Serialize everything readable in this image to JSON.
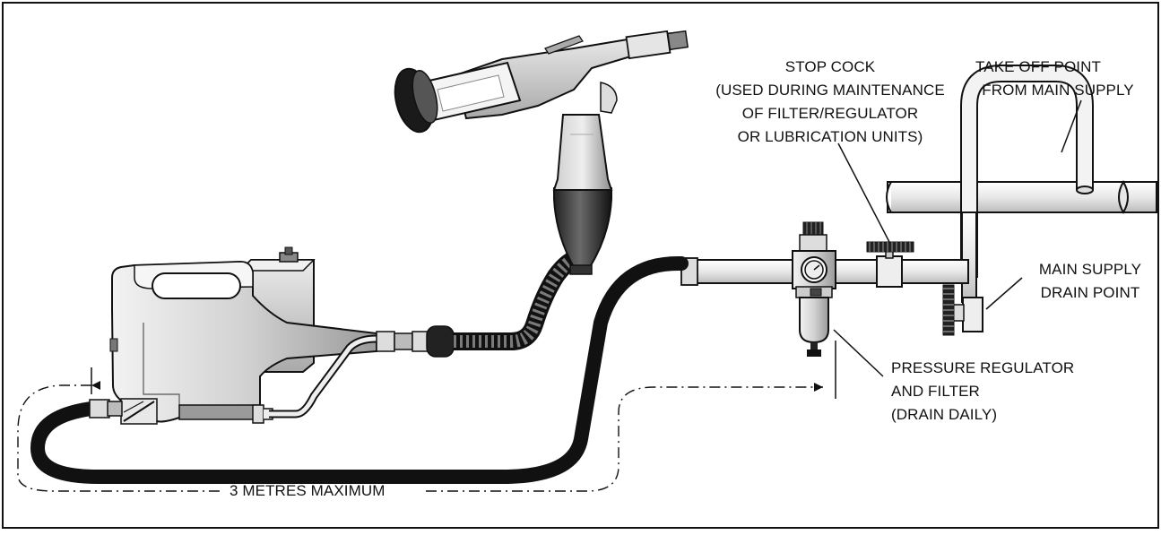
{
  "labels": {
    "stop_cock": [
      "STOP COCK",
      "(USED DURING MAINTENANCE",
      "OF FILTER/REGULATOR",
      "OR LUBRICATION UNITS)"
    ],
    "take_off_point": [
      "TAKE OFF POINT",
      "FROM MAIN SUPPLY"
    ],
    "main_supply_drain": [
      "MAIN SUPPLY",
      "DRAIN POINT"
    ],
    "pressure_regulator": [
      "PRESSURE REGULATOR",
      "AND FILTER",
      "(DRAIN DAILY)"
    ],
    "distance": "3 METRES MAXIMUM"
  },
  "colors": {
    "line": "#111111",
    "metal_light": "#e6e6e6",
    "metal_mid": "#bdbdbd",
    "metal_dark": "#7a7a7a",
    "hose": "#0d0d0d"
  }
}
